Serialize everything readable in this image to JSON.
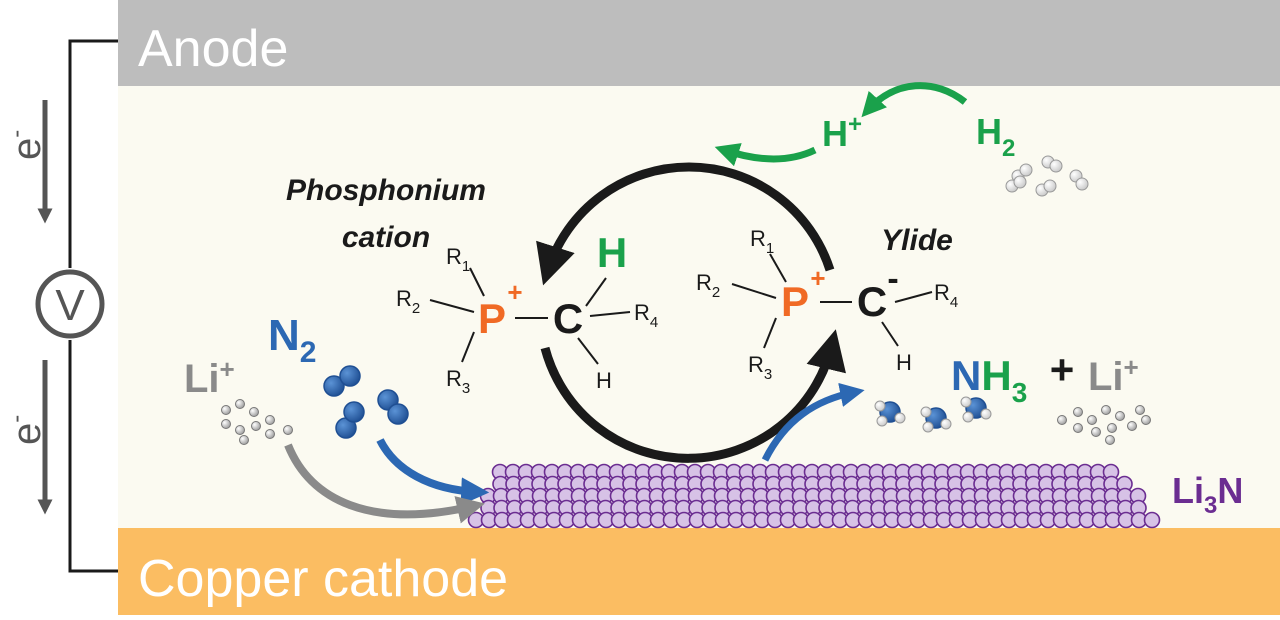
{
  "electrodes": {
    "anode": "Anode",
    "cathode": "Copper cathode"
  },
  "circuit": {
    "electron_top": "e",
    "electron_bottom": "e",
    "electron_sup": "-",
    "voltmeter": "V"
  },
  "cycle": {
    "phosphonium_line1": "Phosphonium",
    "phosphonium_line2": "cation",
    "ylide": "Ylide"
  },
  "phosphonium": {
    "P": "P",
    "plus": "+",
    "C": "C",
    "H_green": "H",
    "H": "H",
    "R": "R",
    "r1": "1",
    "r2": "2",
    "r3": "3",
    "r4": "4"
  },
  "ylide_mol": {
    "P": "P",
    "plus": "+",
    "C": "C",
    "minus": "-",
    "H": "H",
    "R": "R",
    "r1": "1",
    "r2": "2",
    "r3": "3",
    "r4": "4"
  },
  "species": {
    "h_plus_H": "H",
    "h_plus_sup": "+",
    "h2_H": "H",
    "h2_sub": "2",
    "n2_N": "N",
    "n2_sub": "2",
    "li_left": "Li",
    "li_left_sup": "+",
    "nh3_N": "N",
    "nh3_H": "H",
    "nh3_sub": "3",
    "plus_sign": "+",
    "li_right": "Li",
    "li_right_sup": "+",
    "li3n_Li": "Li",
    "li3n_sub": "3",
    "li3n_N": "N"
  },
  "colors": {
    "anode_bar": "#bdbdbd",
    "cathode_bar": "#fbbd62",
    "electrolyte": "#fbfaf1",
    "phosphorus": "#f06a25",
    "green": "#1aa14b",
    "blue": "#2c68b3",
    "purple": "#6b2d91",
    "lattice_fill": "#d7c2e6",
    "gray": "#8a8a8a",
    "black": "#1a1a1a"
  }
}
